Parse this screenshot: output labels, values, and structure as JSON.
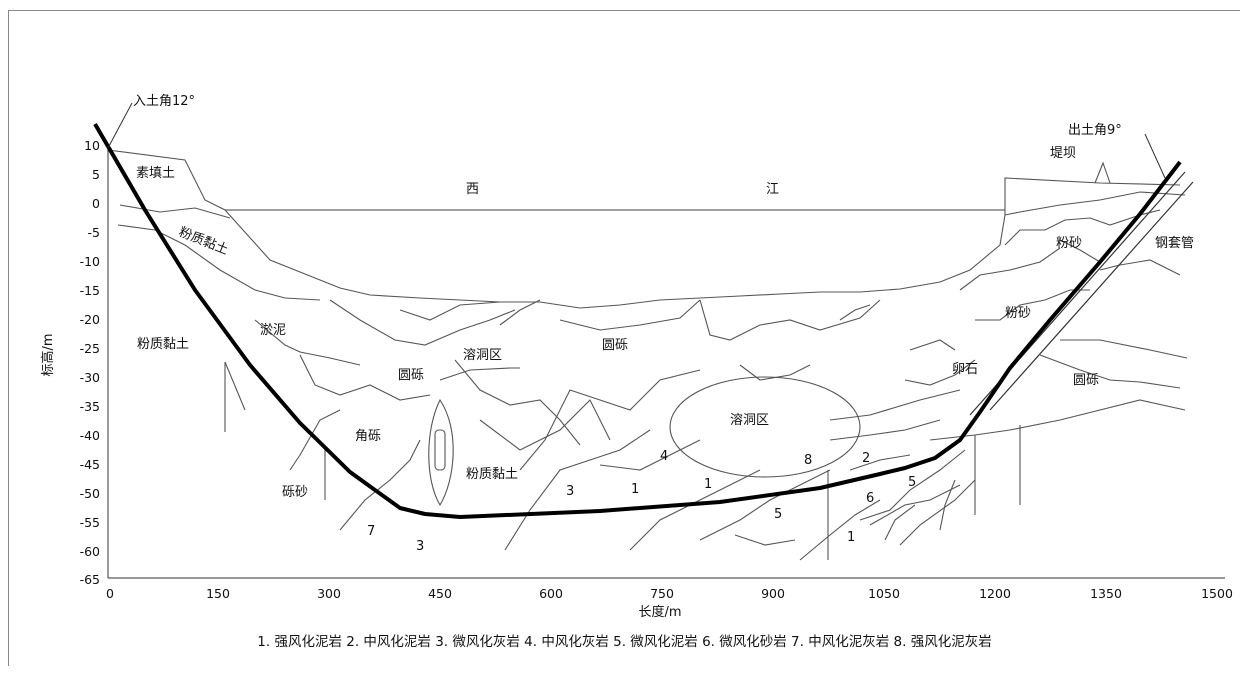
{
  "axes": {
    "x_title": "长度/m",
    "y_title": "标高/m",
    "x_ticks": [
      "0",
      "150",
      "300",
      "450",
      "600",
      "750",
      "900",
      "1050",
      "1200",
      "1350",
      "1500"
    ],
    "y_ticks": [
      "10",
      "5",
      "0",
      "-5",
      "-10",
      "-15",
      "-20",
      "-25",
      "-30",
      "-35",
      "-40",
      "-45",
      "-50",
      "-55",
      "-60",
      "-65"
    ]
  },
  "annotations": {
    "entry_angle": "入土角12°",
    "exit_angle": "出土角9°",
    "river_west": "西",
    "river_jiang": "江",
    "dam": "堤坝",
    "steel_casing": "钢套管"
  },
  "layers": {
    "fill_soil": "素填土",
    "silty_clay": "粉质黏土",
    "silt": "淤泥",
    "gravel_round": "圆砾",
    "karst_zone": "溶洞区",
    "angular_gravel": "角砾",
    "gravel_sand": "砾砂",
    "silt_sand": "粉砂",
    "pebble": "卵石"
  },
  "rock_numbers": [
    "1",
    "2",
    "3",
    "4",
    "5",
    "6",
    "7",
    "8"
  ],
  "legend": "1. 强风化泥岩  2. 中风化泥岩  3. 微风化灰岩  4. 中风化灰岩  5. 微风化泥岩  6. 微风化砂岩  7. 中风化泥灰岩  8. 强风化泥灰岩"
}
